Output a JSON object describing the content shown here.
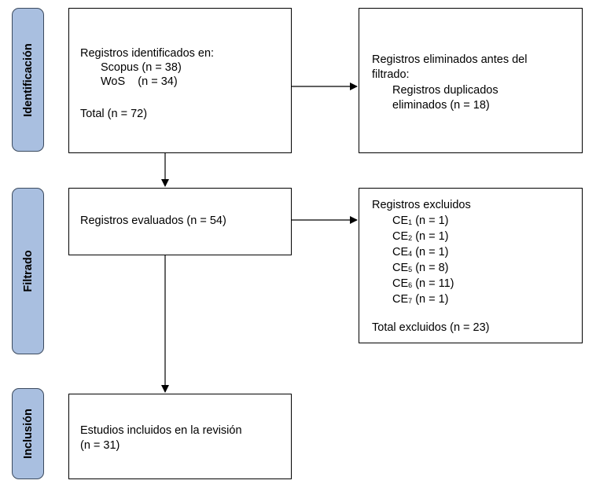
{
  "phases": {
    "identification": "Identificación",
    "screening": "Filtrado",
    "inclusion": "Inclusión"
  },
  "identified": {
    "heading": "Registros identificados en:",
    "source1": "Scopus (n = 38)",
    "source2": "WoS    (n = 34)",
    "total": "Total (n = 72)"
  },
  "removed": {
    "line1": "Registros eliminados antes del",
    "line2": "filtrado:",
    "line3": "Registros duplicados",
    "line4": "eliminados (n = 18)"
  },
  "screened": {
    "text": "Registros evaluados (n = 54)"
  },
  "excluded": {
    "heading": "Registros excluidos",
    "criteria": [
      {
        "code": "CE",
        "sub": "1",
        "count": " (n = 1)"
      },
      {
        "code": "CE",
        "sub": "2",
        "count": " (n = 1)"
      },
      {
        "code": "CE",
        "sub": "4",
        "count": " (n = 1)"
      },
      {
        "code": "CE",
        "sub": "5",
        "count": " (n = 8)"
      },
      {
        "code": "CE",
        "sub": "6",
        "count": " (n = 11)"
      },
      {
        "code": "CE",
        "sub": "7",
        "count": " (n = 1)"
      }
    ],
    "total": "Total excluidos (n = 23)"
  },
  "included": {
    "line1": "Estudios incluidos en la revisión",
    "line2": "(n = 31)"
  },
  "colors": {
    "phase_fill": "#a9bfe0",
    "phase_border": "#3b4a5e",
    "box_border": "#000000"
  }
}
